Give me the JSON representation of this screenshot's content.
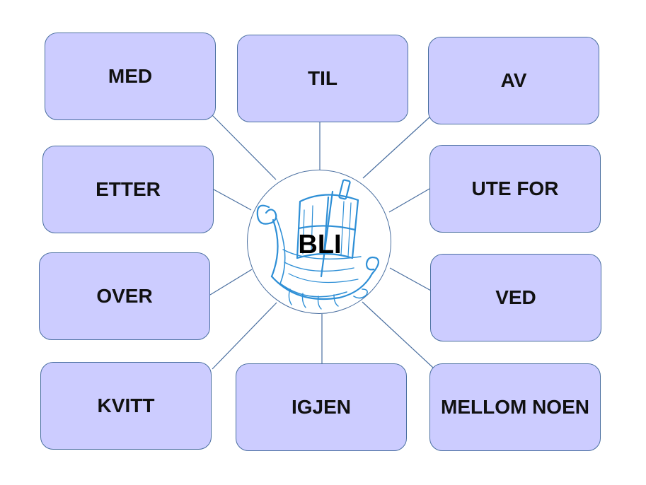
{
  "center": {
    "label": "BLI",
    "icon": "viking-ship-icon",
    "icon_color": "#2e8fd6"
  },
  "nodes": {
    "med": "MED",
    "til": "TIL",
    "av": "AV",
    "etter": "ETTER",
    "ute_for": "UTE FOR",
    "over": "OVER",
    "ved": "VED",
    "kvitt": "KVITT",
    "igjen": "IGJEN",
    "mellom_noen": "MELLOM NOEN"
  },
  "colors": {
    "box_fill": "#ccccff",
    "box_border": "#4a6fa0",
    "connector": "#4a6fa0"
  }
}
